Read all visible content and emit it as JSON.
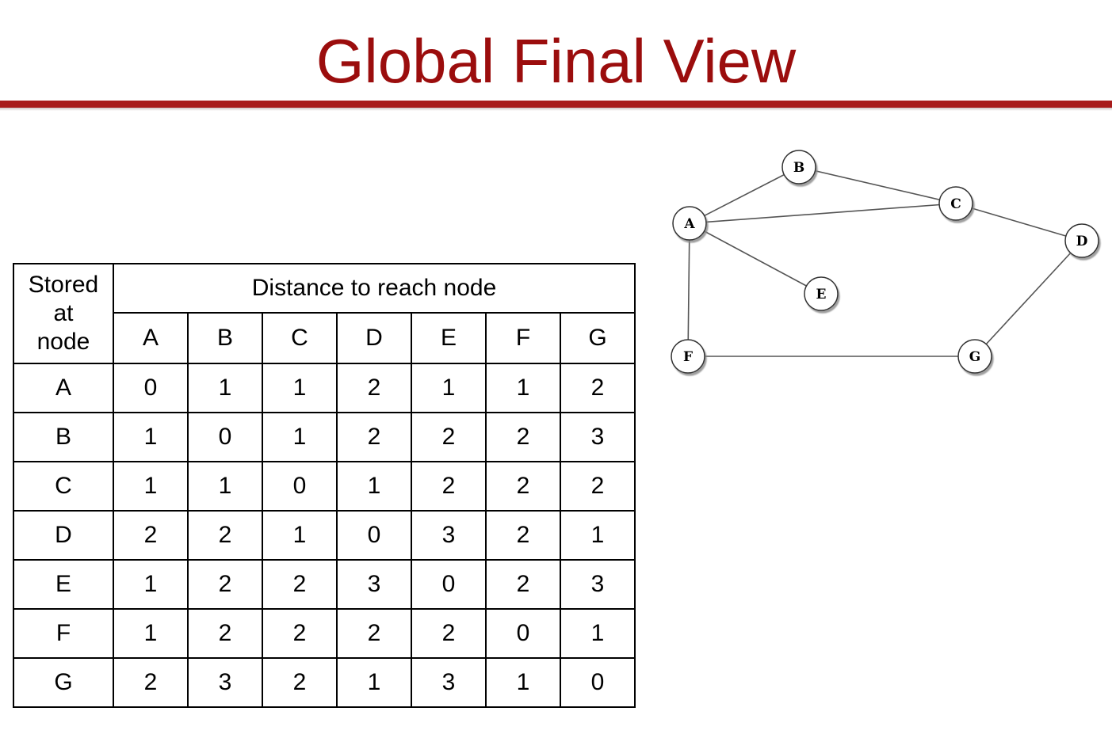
{
  "title": "Global Final View",
  "colors": {
    "title": "#9b0d0d",
    "rule": "#a81b1b"
  },
  "table": {
    "corner_label_lines": [
      "Stored",
      "at",
      "node"
    ],
    "span_header": "Distance to reach node",
    "columns": [
      "A",
      "B",
      "C",
      "D",
      "E",
      "F",
      "G"
    ],
    "rows": [
      {
        "label": "A",
        "values": [
          "0",
          "1",
          "1",
          "2",
          "1",
          "1",
          "2"
        ]
      },
      {
        "label": "B",
        "values": [
          "1",
          "0",
          "1",
          "2",
          "2",
          "2",
          "3"
        ]
      },
      {
        "label": "C",
        "values": [
          "1",
          "1",
          "0",
          "1",
          "2",
          "2",
          "2"
        ]
      },
      {
        "label": "D",
        "values": [
          "2",
          "2",
          "1",
          "0",
          "3",
          "2",
          "1"
        ]
      },
      {
        "label": "E",
        "values": [
          "1",
          "2",
          "2",
          "3",
          "0",
          "2",
          "3"
        ]
      },
      {
        "label": "F",
        "values": [
          "1",
          "2",
          "2",
          "2",
          "2",
          "0",
          "1"
        ]
      },
      {
        "label": "G",
        "values": [
          "2",
          "3",
          "2",
          "1",
          "3",
          "1",
          "0"
        ]
      }
    ]
  },
  "graph": {
    "nodes": [
      "A",
      "B",
      "C",
      "D",
      "E",
      "F",
      "G"
    ],
    "edges": [
      [
        "A",
        "B"
      ],
      [
        "B",
        "C"
      ],
      [
        "A",
        "C"
      ],
      [
        "C",
        "D"
      ],
      [
        "A",
        "E"
      ],
      [
        "A",
        "F"
      ],
      [
        "F",
        "G"
      ],
      [
        "G",
        "D"
      ]
    ]
  }
}
